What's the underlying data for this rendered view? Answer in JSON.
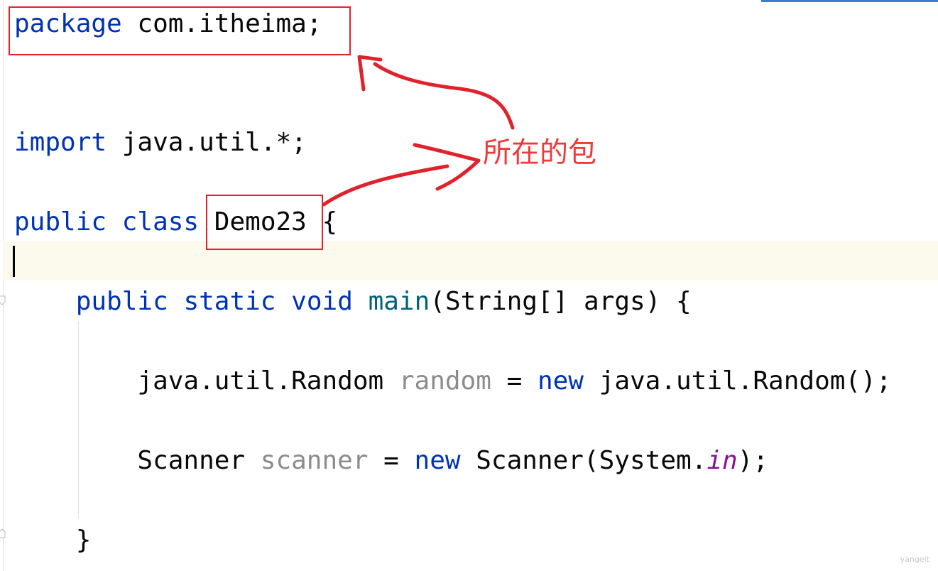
{
  "editor": {
    "lines": {
      "package": {
        "kw": "package",
        "rest": " com.itheima;"
      },
      "import": {
        "kw": "import",
        "rest": " java.util.*;"
      },
      "class_decl": {
        "kw1": "public",
        "sp1": " ",
        "kw2": "class",
        "sp2": " ",
        "name": "Demo23",
        "rest": " {"
      },
      "main_decl": {
        "kw1": "public",
        "kw2": "static",
        "kw3": "void",
        "fn": "main",
        "rest": "(String[] args) {"
      },
      "random_decl": {
        "type": "java.util.Random ",
        "var": "random",
        "eq": " = ",
        "kw": "new",
        "rest": " java.util.Random();"
      },
      "scanner_decl": {
        "type": "Scanner ",
        "var": "scanner",
        "eq": " = ",
        "kw": "new",
        "mid": " Scanner(System.",
        "field": "in",
        "end": ");"
      },
      "close_brace": "}"
    }
  },
  "annotation": {
    "label": "所在的包",
    "color": "#e0222c"
  },
  "colors": {
    "keyword": "#0033b3",
    "method": "#00627a",
    "local_var": "#8c8c8c",
    "static_field": "#871094"
  },
  "watermark": "yangeit"
}
